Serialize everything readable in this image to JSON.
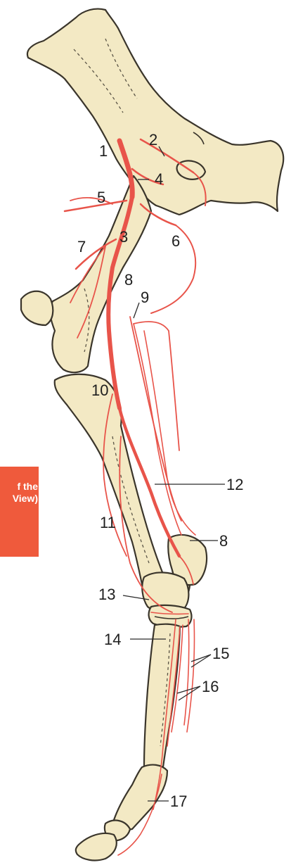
{
  "tag": {
    "line1": "f the",
    "line2": "View)"
  },
  "colors": {
    "artery": "#e8544a",
    "bone": "#f3e9c4",
    "outline": "#3a352b",
    "tag": "#ef5a3c"
  },
  "labels": [
    "1",
    "2",
    "4",
    "5",
    "3",
    "6",
    "7",
    "8",
    "9",
    "10",
    "12",
    "11",
    "8",
    "13",
    "14",
    "15",
    "16",
    "17"
  ]
}
